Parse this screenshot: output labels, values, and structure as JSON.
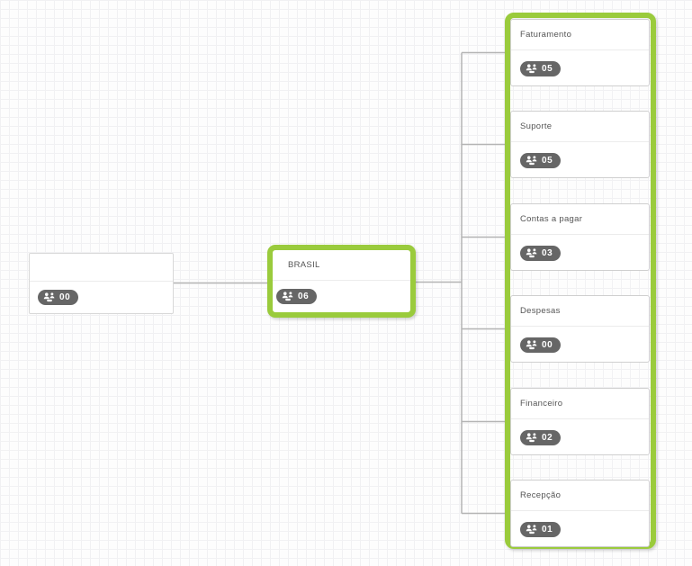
{
  "app": {
    "view": "organization-tree"
  },
  "colors": {
    "highlight_green": "#9acb3c",
    "badge_background": "#666666",
    "connector_gray": "#b4b4b4",
    "title_text": "#555555"
  },
  "icons": {
    "badge_icon": "users-icon"
  },
  "tree": {
    "root": {
      "title": "",
      "member_count": "00"
    },
    "selected": {
      "title": "BRASIL",
      "member_count": "06"
    },
    "children": [
      {
        "title": "Faturamento",
        "member_count": "05"
      },
      {
        "title": "Suporte",
        "member_count": "05"
      },
      {
        "title": "Contas a pagar",
        "member_count": "03"
      },
      {
        "title": "Despesas",
        "member_count": "00"
      },
      {
        "title": "Financeiro",
        "member_count": "02"
      },
      {
        "title": "Recepção",
        "member_count": "01"
      }
    ]
  }
}
